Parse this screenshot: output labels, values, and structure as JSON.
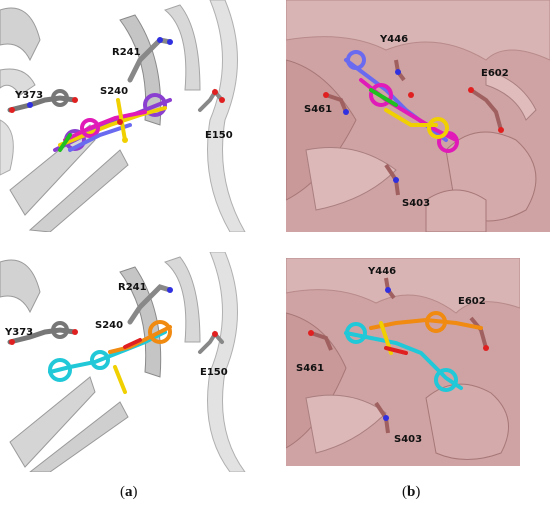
{
  "panels": {
    "a_top": {
      "labels": {
        "r241": "R241",
        "y373": "Y373",
        "s240": "S240",
        "e150": "E150"
      }
    },
    "a_bottom": {
      "labels": {
        "r241": "R241",
        "y373": "Y373",
        "s240": "S240",
        "e150": "E150"
      }
    },
    "b_top": {
      "labels": {
        "y446": "Y446",
        "e602": "E602",
        "s461": "S461",
        "s403": "S403"
      }
    },
    "b_bottom": {
      "labels": {
        "y446": "Y446",
        "e602": "E602",
        "s461": "S461",
        "s403": "S403"
      }
    }
  },
  "captions": {
    "a_open": "(",
    "a_letter": "a",
    "a_close": ")",
    "b_open": "(",
    "b_letter": "b",
    "b_close": ")"
  },
  "colors": {
    "protein_a": "#c8c8c8",
    "protein_b": "#cfa7a7",
    "ligand_purple": "#8b3fd1",
    "ligand_magenta": "#e01bb8",
    "ligand_yellow": "#f0d000",
    "ligand_blue": "#6a6af0",
    "ligand_cyan": "#20c8d8",
    "ligand_orange": "#f08a10",
    "oxygen": "#e02020",
    "nitrogen": "#3030e0"
  }
}
